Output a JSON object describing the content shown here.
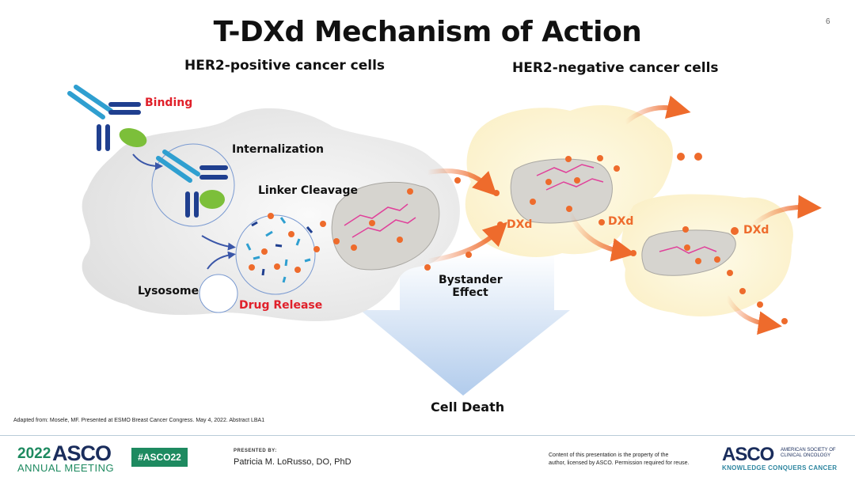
{
  "slide": {
    "title": "T-DXd Mechanism of Action",
    "number": "6"
  },
  "diagram": {
    "left_heading": "HER2-positive cancer cells",
    "right_heading": "HER2-negative cancer cells",
    "steps": {
      "binding": "Binding",
      "internalization": "Internalization",
      "linker_cleavage": "Linker Cleavage",
      "lysosome": "Lysosome",
      "drug_release": "Drug Release"
    },
    "bystander": [
      "Bystander",
      "Effect"
    ],
    "payload_labels": [
      "DXd",
      "DXd",
      "DXd"
    ],
    "outcome": "Cell Death",
    "colors": {
      "payload": "#ee6b2c",
      "step_highlight": "#e0202a",
      "her2_cell": "#ececec",
      "neg_cell": "#fdf6d8",
      "nucleus": "#d6d4cf",
      "dna": "#e0409a",
      "antibody_light": "#2f9fd0",
      "antibody_dark": "#1f3f8f",
      "receptor": "#7cbf3a",
      "arrow_down": "#a9c6ea"
    }
  },
  "citation": "Adapted from:  Mosele, MF. Presented at ESMO Breast Cancer Congress. May 4, 2022. Abstract LBA1",
  "footer": {
    "meeting_year": "2022",
    "meeting_org": "ASCO",
    "meeting_name": "ANNUAL MEETING",
    "hashtag": "#ASCO22",
    "presented_by_label": "PRESENTED BY:",
    "presenter": "Patricia M. LoRusso, DO, PhD",
    "copyright_line1": "Content of this presentation is the property of the",
    "copyright_line2": "author, licensed by ASCO. Permission required for reuse.",
    "org_logo": "ASCO",
    "org_full_line1": "AMERICAN SOCIETY OF",
    "org_full_line2": "CLINICAL ONCOLOGY",
    "org_tagline": "KNOWLEDGE CONQUERS CANCER"
  }
}
